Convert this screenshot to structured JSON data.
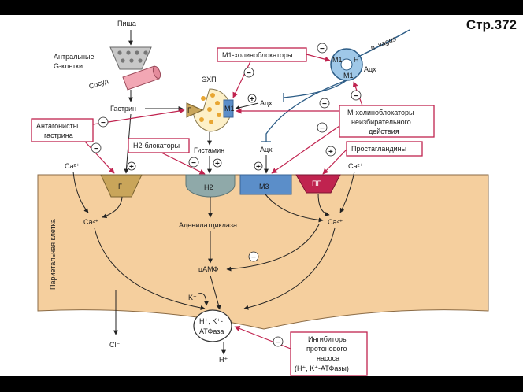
{
  "page": {
    "number": "Стр.372"
  },
  "labels": {
    "food": "Пища",
    "antral_1": "Антральные",
    "antral_2": "G-клетки",
    "vessel": "Сосуд",
    "gastrin": "Гастрин",
    "ecl": "ЭХП",
    "histamine": "Гистамин",
    "ach_1": "Ацх",
    "ach_2": "Ацх",
    "ach_3": "Ацх",
    "vagus": "n. vagus",
    "ca_left": "Ca²⁺",
    "ca_right": "Ca²⁺",
    "ca_in_left": "Ca²⁺",
    "ca_in_right": "Ca²⁺",
    "adenylate": "Аденилатциклаза",
    "camp": "цАМФ",
    "k_in": "K⁺",
    "cl": "Cl⁻",
    "h_out": "H⁺",
    "atpase_1": "H⁺, K⁺-",
    "atpase_2": "АТФаза",
    "parietal": "Париетальная клетка"
  },
  "receptors": {
    "g": "Г",
    "h2": "H2",
    "m3": "M3",
    "pg": "ПГ",
    "g_ecl": "Г",
    "m1_ecl": "M1",
    "m1_gang_top": "M1",
    "n_gang": "H",
    "m1_gang_bottom": "M1"
  },
  "boxes": {
    "m1_blockers": "M1-холиноблокаторы",
    "gastrin_antagonists_1": "Антагонисты",
    "gastrin_antagonists_2": "гастрина",
    "h2_blockers": "H2-блокаторы",
    "m_nonselective_1": "М-холиноблокаторы",
    "m_nonselective_2": "неизбирательного",
    "m_nonselective_3": "действия",
    "prostaglandins": "Простагландины",
    "ppi_1": "Ингибиторы",
    "ppi_2": "протонового",
    "ppi_3": "насоса",
    "ppi_4": "(H⁺, K⁺-АТФазы)"
  },
  "signs": {
    "minus": "−",
    "plus": "+"
  },
  "colors": {
    "cell": "#f5cf9e",
    "accent": "#c0234f",
    "receptor_g": "#c9a55a",
    "receptor_h2": "#8fa9a9",
    "receptor_m3": "#5b8ec9",
    "receptor_pg": "#c0234f",
    "ecl": "#fdf0c8",
    "granules": "#e8a632",
    "ganglion": "#9fc8e8"
  }
}
